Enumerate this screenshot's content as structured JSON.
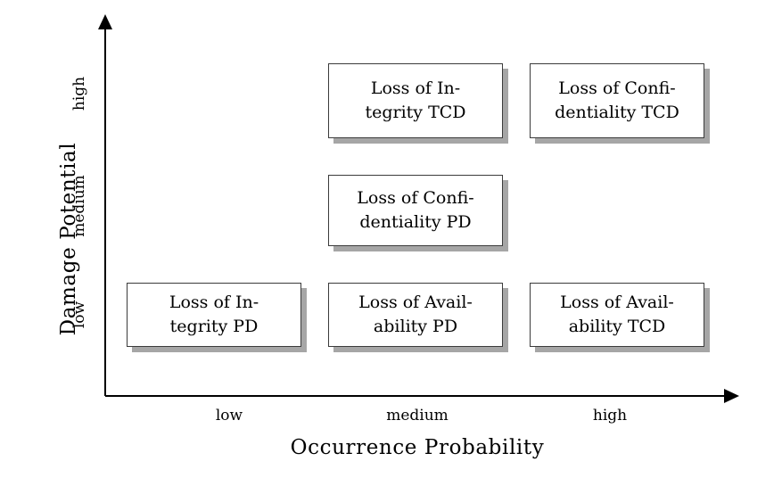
{
  "chart_data": {
    "type": "table",
    "title": "",
    "xlabel": "Occurrence Probability",
    "ylabel": "Damage Potential",
    "x_categories": [
      "low",
      "medium",
      "high"
    ],
    "y_categories": [
      "low",
      "medium",
      "high"
    ],
    "grid": false,
    "legend": "none",
    "cells": [
      {
        "id": "integrity-tcd",
        "x": "medium",
        "y": "high",
        "line1": "Loss of In-",
        "line2": "tegrity TCD",
        "text": "Loss of Integrity TCD"
      },
      {
        "id": "confidentiality-tcd",
        "x": "high",
        "y": "high",
        "line1": "Loss of Confi-",
        "line2": "dentiality TCD",
        "text": "Loss of Confidentiality TCD"
      },
      {
        "id": "confidentiality-pd",
        "x": "medium",
        "y": "medium",
        "line1": "Loss of Confi-",
        "line2": "dentiality PD",
        "text": "Loss of Confidentiality PD"
      },
      {
        "id": "integrity-pd",
        "x": "low",
        "y": "low",
        "line1": "Loss of In-",
        "line2": "tegrity PD",
        "text": "Loss of Integrity PD"
      },
      {
        "id": "availability-pd",
        "x": "medium",
        "y": "low",
        "line1": "Loss of Avail-",
        "line2": "ability PD",
        "text": "Loss of Availability PD"
      },
      {
        "id": "availability-tcd",
        "x": "high",
        "y": "low",
        "line1": "Loss of Avail-",
        "line2": "ability TCD",
        "text": "Loss of Availability TCD"
      }
    ],
    "colors": {
      "box_fill": "#ffffff",
      "box_border": "#3b3b3b",
      "box_shadow": "#a6a6a6",
      "axis": "#000000",
      "text": "#000000",
      "background": "#ffffff"
    }
  },
  "axes": {
    "y": {
      "title": "Damage Potential",
      "ticks": {
        "high": "high",
        "medium": "medium",
        "low": "low"
      }
    },
    "x": {
      "title": "Occurrence Probability",
      "ticks": {
        "low": "low",
        "medium": "medium",
        "high": "high"
      }
    }
  }
}
